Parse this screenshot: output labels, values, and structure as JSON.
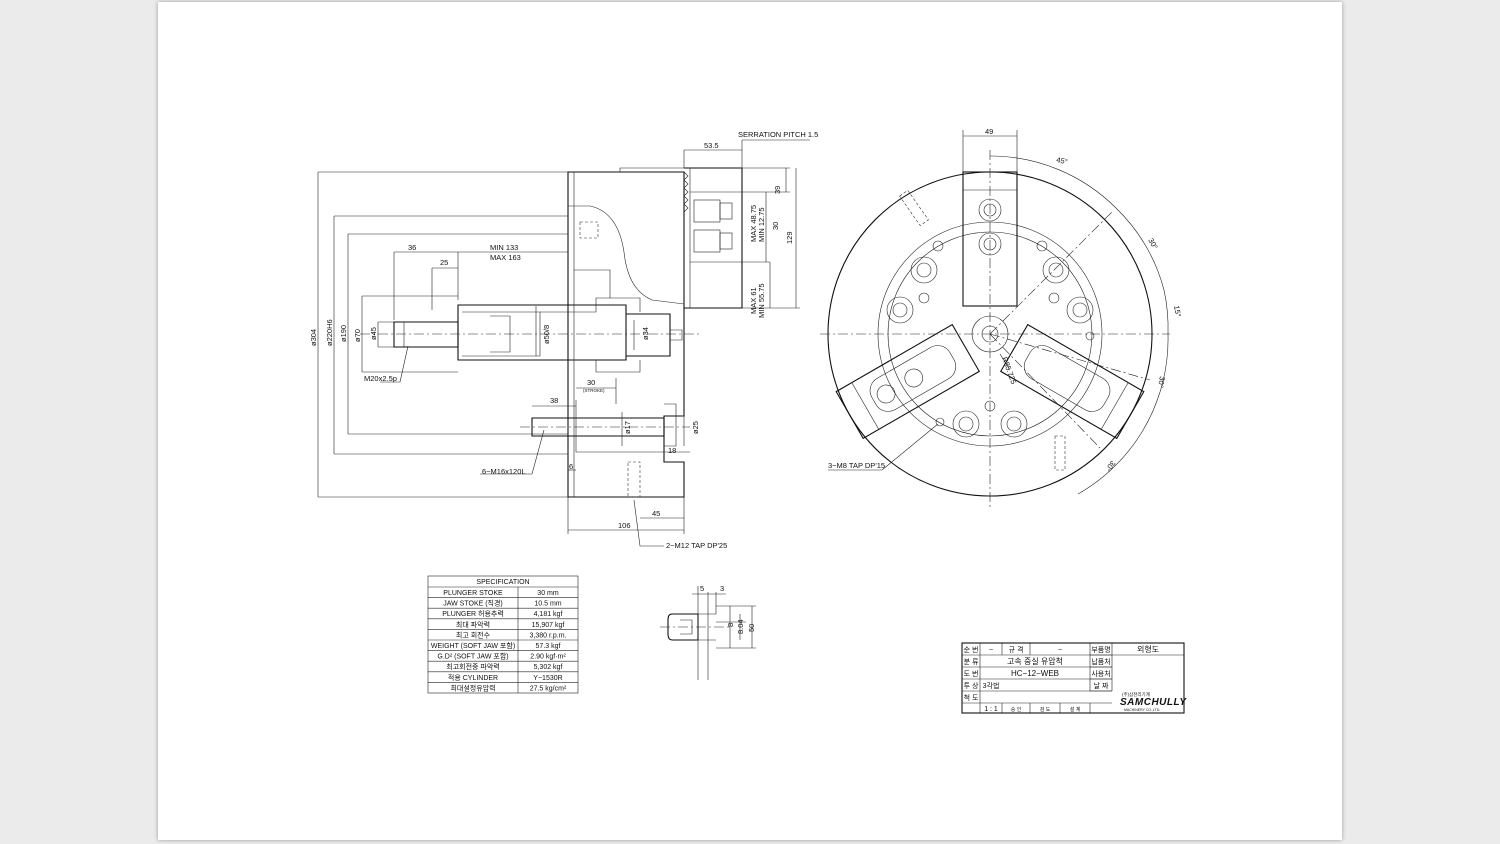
{
  "side_view": {
    "serration_pitch": "SERRATION PITCH 1.5",
    "dim_53_5": "53.5",
    "min_133": "MIN 133",
    "max_163": "MAX 163",
    "dim_36": "36",
    "dim_25": "25",
    "dia_304": "ø304",
    "dia_220": "ø220H6",
    "dia_190": "ø190",
    "dia_70": "ø70",
    "dia_45": "ø45",
    "dia_50_8": "ø50/8",
    "dia_34": "ø34",
    "m20": "M20x2.5p",
    "dim_30": "30",
    "stroke_note": "(STROKE)",
    "dim_38": "38",
    "dia_17": "ø17",
    "dia_25": "ø25",
    "dim_18": "18",
    "m16": "6−M16x120L",
    "dim_6": "6",
    "dim_106": "106",
    "dim_45": "45",
    "m12": "2−M12 TAP DP'25",
    "dim_39": "39",
    "max_48_75": "MAX 48.75",
    "min_12_75": "MIN 12.75",
    "dim_30b": "30",
    "dim_129": "129",
    "max_61": "MAX 61",
    "min_55_75": "MIN 55.75"
  },
  "front_view": {
    "dim_49": "49",
    "ang_45": "45°",
    "ang_30a": "30°",
    "ang_15": "15°",
    "ang_30b": "30°",
    "ang_30c": "30°",
    "pcd": "R85.725",
    "m8": "3−M8 TAP DP'15"
  },
  "detail": {
    "dim_5": "5",
    "dim_3": "3",
    "dim_8": "8",
    "dim_8_04": "8.04",
    "dim_50": "50"
  },
  "spec": {
    "title": "SPECIFICATION",
    "rows": [
      {
        "label": "PLUNGER STOKE",
        "value": "30   mm"
      },
      {
        "label": "JAW STOKE (직경)",
        "value": "10.5 mm"
      },
      {
        "label": "PLUNGER 허용추력",
        "value": "4,181  kgf"
      },
      {
        "label": "최대 파악력",
        "value": "15,907  kgf"
      },
      {
        "label": "최고 회전수",
        "value": "3,380 r.p.m."
      },
      {
        "label": "WEIGHT (SOFT JAW 포함)",
        "value": "57.3 kgf"
      },
      {
        "label": "G.D² (SOFT JAW 포함)",
        "value": "2.90 kgf·m²"
      },
      {
        "label": "최고회전중 파악력",
        "value": "5,302 kgf"
      },
      {
        "label": "적용 CYLINDER",
        "value": "Y−1530R"
      },
      {
        "label": "최대설정유압력",
        "value": "27.5 kg/cm²"
      }
    ]
  },
  "title_block": {
    "r1c1": "순 번",
    "r1c2": "−",
    "r1c3": "규 격",
    "r1c4": "−",
    "r1c5": "부품명",
    "r1c6": "외형도",
    "r2c1": "분 류",
    "r2c2": "고속 중실 유압척",
    "r2c5": "납품처",
    "r3c1": "도 번",
    "r3c2": "HC−12−WEB",
    "r3c5": "사용처",
    "r4c1": "투 상",
    "r4c2": "3각법",
    "r4c5": "날 짜",
    "r5c1": "척 도",
    "r5c2": "1 : 1",
    "r5c3": "승 인",
    "r5c4": "검 도",
    "r5c6": "설 계",
    "company_small": "(주)삼천리기계",
    "company": "SAMCHULLY",
    "company_sub": "MACHINERY CO.,LTD."
  }
}
